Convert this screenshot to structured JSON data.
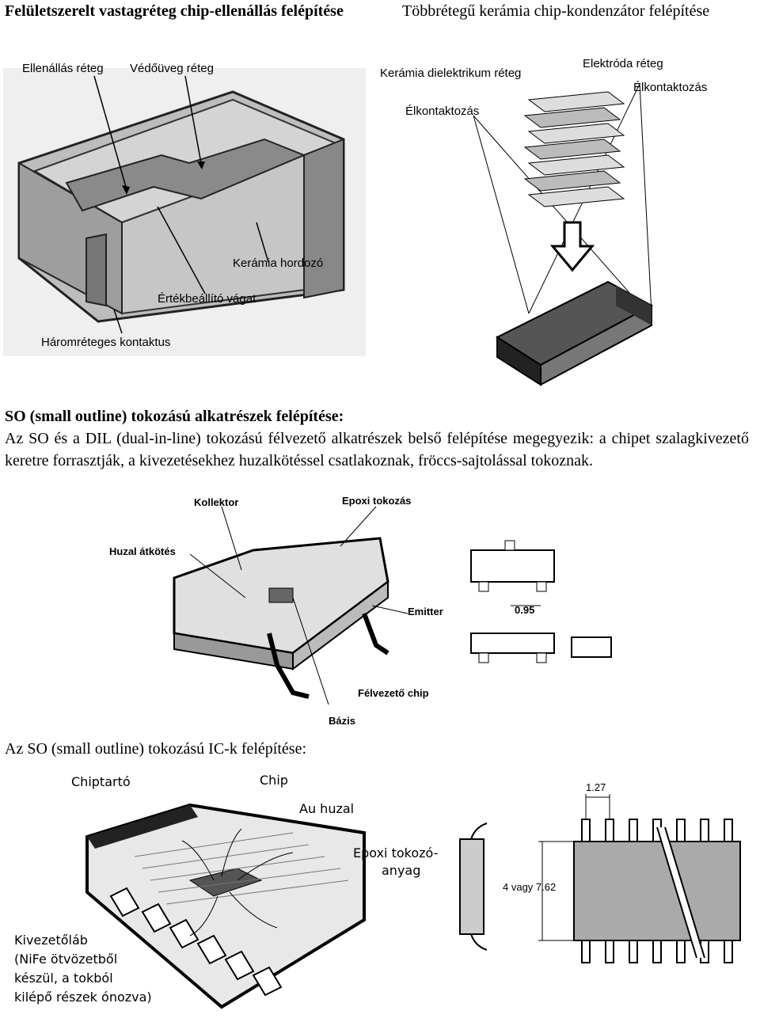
{
  "top": {
    "left_title": "Felületszerelt vastagréteg chip-ellenállás felépítése",
    "right_title": "Többrétegű kerámia chip-kondenzátor felépítése"
  },
  "resistor_labels": {
    "resistive_layer": "Ellenállás réteg",
    "glass_layer": "Védőüveg réteg",
    "ceramic": "Kerámia hordozó",
    "trim_cut": "Értékbeállító vágat",
    "contact": "Háromréteges kontaktus"
  },
  "capacitor_labels": {
    "dielectric": "Kerámia dielektrikum réteg",
    "electrode": "Elektróda réteg",
    "edge_contact_right": "Élkontaktozás",
    "edge_contact_left": "Élkontaktozás"
  },
  "so_section": {
    "heading": "SO (small outline) tokozású alkatrészek felépítése:",
    "paragraph": "Az SO és a DIL (dual-in-line) tokozású félvezető alkatrészek belső felépítése megegyezik: a chipet szalagkivezető keretre forrasztják, a kivezetésekhez huzalkötéssel csatlakoznak, fröccs-sajtolással tokoznak."
  },
  "transistor_labels": {
    "collector": "Kollektor",
    "epoxy": "Epoxi tokozás",
    "wire": "Huzal átkötés",
    "emitter": "Emitter",
    "chip": "Félvezető chip",
    "base": "Bázis",
    "dim": "0.95"
  },
  "ic_section": {
    "heading": "Az SO (small outline) tokozású IC-k felépítése:"
  },
  "ic_labels": {
    "chip_carrier": "Chiptartó",
    "chip": "Chip",
    "wire": "Au huzal",
    "epoxy_1": "Epoxi tokozó-",
    "epoxy_2": "anyag",
    "lead_1": "Kivezetőláb",
    "lead_2": "(NiFe ötvözetből",
    "lead_3": "készül, a tokból",
    "lead_4": "kilépő részek ónozva)",
    "pitch": "1.27",
    "width": "4 vagy 7.62"
  }
}
